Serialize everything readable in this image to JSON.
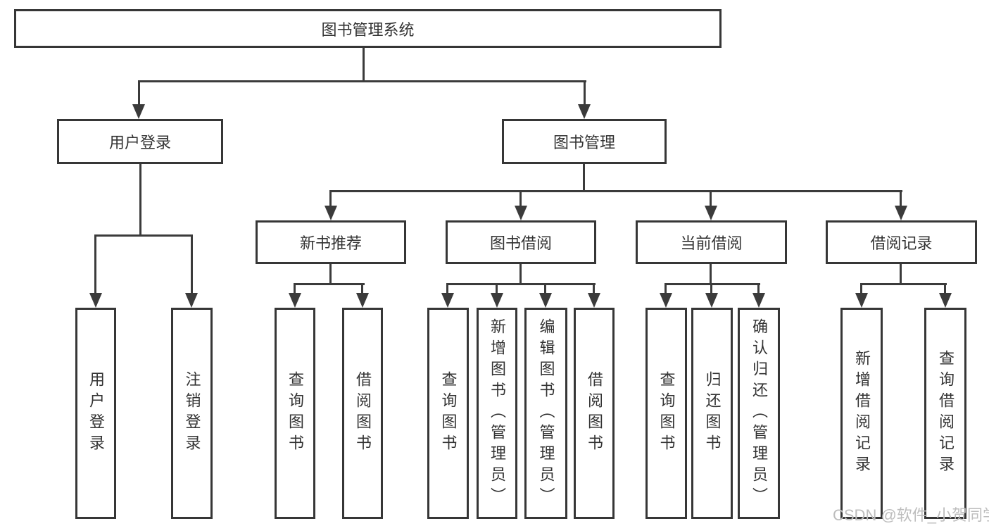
{
  "diagram": {
    "root": {
      "label": "图书管理系统"
    },
    "level2": [
      {
        "label": "用户登录"
      },
      {
        "label": "图书管理"
      }
    ],
    "level3": [
      {
        "label": "新书推荐"
      },
      {
        "label": "图书借阅"
      },
      {
        "label": "当前借阅"
      },
      {
        "label": "借阅记录"
      }
    ],
    "leaves": [
      {
        "label": "用户登录"
      },
      {
        "label": "注销登录"
      },
      {
        "label": "查询图书"
      },
      {
        "label": "借阅图书"
      },
      {
        "label": "查询图书"
      },
      {
        "label": "新增图书（管理员）"
      },
      {
        "label": "编辑图书（管理员）"
      },
      {
        "label": "借阅图书"
      },
      {
        "label": "查询图书"
      },
      {
        "label": "归还图书"
      },
      {
        "label": "确认归还（管理员）"
      },
      {
        "label": "新增借阅记录"
      },
      {
        "label": "查询借阅记录"
      }
    ]
  },
  "watermark": {
    "text": "CSDN @软件_小贺同学"
  },
  "colors": {
    "line": "#3b3b3b",
    "border": "#363636",
    "text": "#333333",
    "watermark": "#bdbdbd",
    "background": "#ffffff"
  }
}
